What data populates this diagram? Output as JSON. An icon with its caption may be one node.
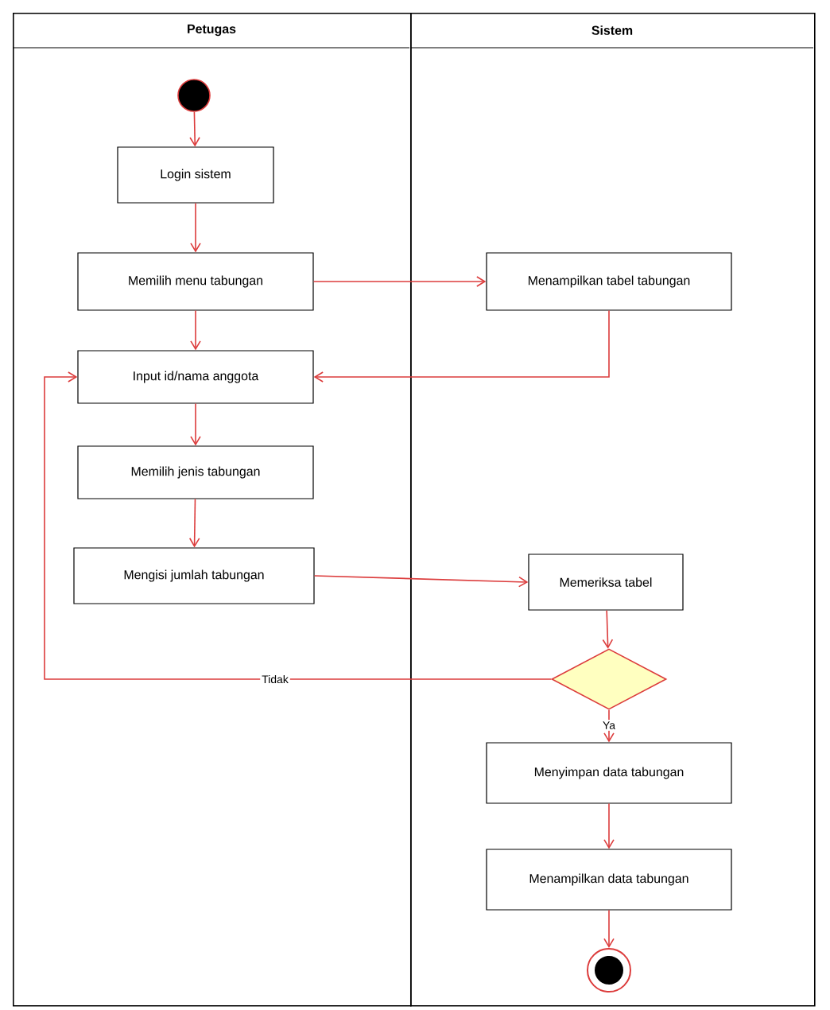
{
  "diagram": {
    "nodes": [
      {
        "text": [
          "Petugas"
        ]
      },
      {
        "text": [
          "Sistem"
        ]
      },
      {
        "text": [],
        "shape": "circle",
        "in": 0
      },
      {
        "text": [
          "Login sistem"
        ],
        "in": 0
      },
      {
        "text": [
          "Memilih menu tabungan"
        ],
        "in": 0
      },
      {
        "text": [
          "Menampilkan tabel tabungan"
        ],
        "in": 1
      },
      {
        "text": [
          "Input id/nama anggota"
        ],
        "in": 0
      },
      {
        "text": [
          "Memilih jenis tabungan"
        ],
        "in": 0
      },
      {
        "text": [
          "Mengisi jumlah tabungan"
        ],
        "in": 0
      },
      {
        "text": [
          "Memeriksa tabel"
        ],
        "in": 1
      },
      {
        "text": [],
        "shape": "diamond",
        "in": 1
      },
      {
        "text": [
          "Menyimpan data tabungan"
        ],
        "in": 1
      },
      {
        "text": [
          "Menampilkan data tabungan"
        ],
        "in": 1
      },
      {
        "text": [],
        "shape": "circle",
        "in": 1
      }
    ],
    "edges": [
      {
        "from": 2,
        "to": 3,
        "arrow": "to"
      },
      {
        "from": 3,
        "to": 4,
        "arrow": "to"
      },
      {
        "from": 4,
        "to": 5,
        "arrow": "to"
      },
      {
        "from": 5,
        "to": 6,
        "arrow": "to"
      },
      {
        "from": 4,
        "to": 6,
        "arrow": "to"
      },
      {
        "from": 6,
        "to": 7,
        "arrow": "to"
      },
      {
        "from": 7,
        "to": 8,
        "arrow": "to"
      },
      {
        "from": 8,
        "to": 9,
        "arrow": "to"
      },
      {
        "from": 9,
        "to": 10,
        "arrow": "to"
      },
      {
        "from": 10,
        "to": 6,
        "arrow": "to",
        "label": "Tidak"
      },
      {
        "from": 10,
        "to": 11,
        "arrow": "to",
        "label": "Ya"
      },
      {
        "from": 11,
        "to": 12,
        "arrow": "to"
      },
      {
        "from": 12,
        "to": 13,
        "arrow": "to"
      }
    ]
  }
}
